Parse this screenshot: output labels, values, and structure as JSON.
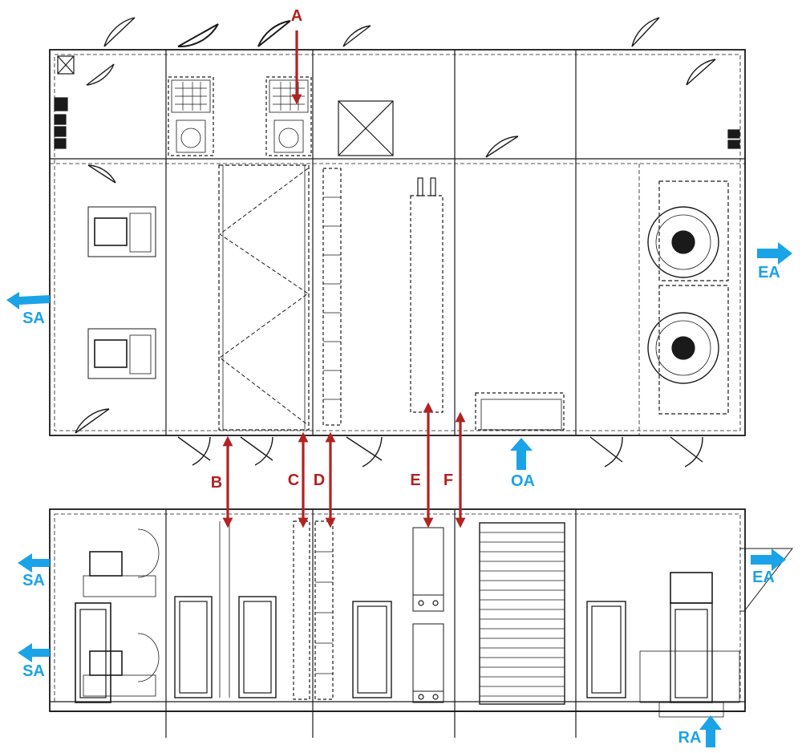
{
  "colors": {
    "line": "#1a1a1a",
    "marker": "#b22222",
    "airflow": "#1ba3e8"
  },
  "section_labels": {
    "A": "A",
    "B": "B",
    "C": "C",
    "D": "D",
    "E": "E",
    "F": "F"
  },
  "airflow_labels": {
    "sa_plan": "SA",
    "ea_plan": "EA",
    "oa_plan": "OA",
    "sa_elev_top": "SA",
    "sa_elev_bottom": "SA",
    "ea_elev": "EA",
    "ra_elev": "RA"
  }
}
